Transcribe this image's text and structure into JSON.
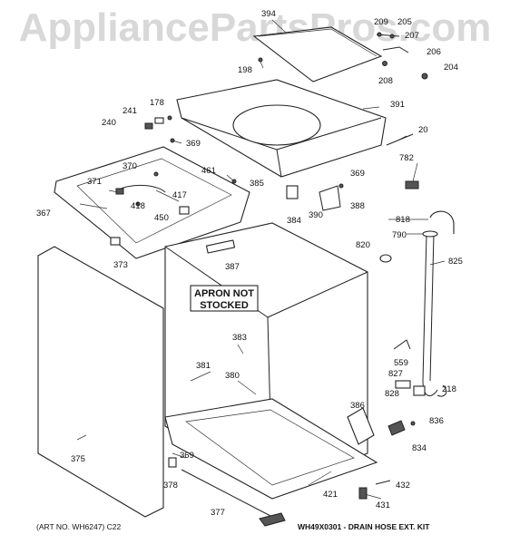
{
  "watermark": "AppliancePartsPros.com",
  "notice": {
    "line1": "APRON NOT",
    "line2": "STOCKED"
  },
  "footer": {
    "art_no": "(ART NO. WH6247) C22",
    "kit": "WH49X0301 - DRAIN HOSE EXT. KIT"
  },
  "labels": [
    {
      "id": "394",
      "text": "394"
    },
    {
      "id": "209",
      "text": "209"
    },
    {
      "id": "205",
      "text": "205"
    },
    {
      "id": "207",
      "text": "207"
    },
    {
      "id": "198",
      "text": "198"
    },
    {
      "id": "208",
      "text": "208"
    },
    {
      "id": "206",
      "text": "206"
    },
    {
      "id": "204",
      "text": "204"
    },
    {
      "id": "391",
      "text": "391"
    },
    {
      "id": "178",
      "text": "178"
    },
    {
      "id": "241",
      "text": "241"
    },
    {
      "id": "240",
      "text": "240"
    },
    {
      "id": "369a",
      "text": "369"
    },
    {
      "id": "20",
      "text": "20"
    },
    {
      "id": "370",
      "text": "370"
    },
    {
      "id": "371",
      "text": "371"
    },
    {
      "id": "417",
      "text": "417"
    },
    {
      "id": "461",
      "text": "461"
    },
    {
      "id": "369b",
      "text": "369"
    },
    {
      "id": "782",
      "text": "782"
    },
    {
      "id": "385",
      "text": "385"
    },
    {
      "id": "418",
      "text": "418"
    },
    {
      "id": "367",
      "text": "367"
    },
    {
      "id": "450",
      "text": "450"
    },
    {
      "id": "384",
      "text": "384"
    },
    {
      "id": "390",
      "text": "390"
    },
    {
      "id": "388",
      "text": "388"
    },
    {
      "id": "818",
      "text": "818"
    },
    {
      "id": "790",
      "text": "790"
    },
    {
      "id": "820",
      "text": "820"
    },
    {
      "id": "373",
      "text": "373"
    },
    {
      "id": "387",
      "text": "387"
    },
    {
      "id": "825",
      "text": "825"
    },
    {
      "id": "383",
      "text": "383"
    },
    {
      "id": "559",
      "text": "559"
    },
    {
      "id": "381",
      "text": "381"
    },
    {
      "id": "380",
      "text": "380"
    },
    {
      "id": "827",
      "text": "827"
    },
    {
      "id": "218",
      "text": "218"
    },
    {
      "id": "828",
      "text": "828"
    },
    {
      "id": "386",
      "text": "386"
    },
    {
      "id": "836",
      "text": "836"
    },
    {
      "id": "834",
      "text": "834"
    },
    {
      "id": "375",
      "text": "375"
    },
    {
      "id": "369c",
      "text": "369"
    },
    {
      "id": "378",
      "text": "378"
    },
    {
      "id": "432",
      "text": "432"
    },
    {
      "id": "421",
      "text": "421"
    },
    {
      "id": "431",
      "text": "431"
    },
    {
      "id": "377",
      "text": "377"
    }
  ]
}
